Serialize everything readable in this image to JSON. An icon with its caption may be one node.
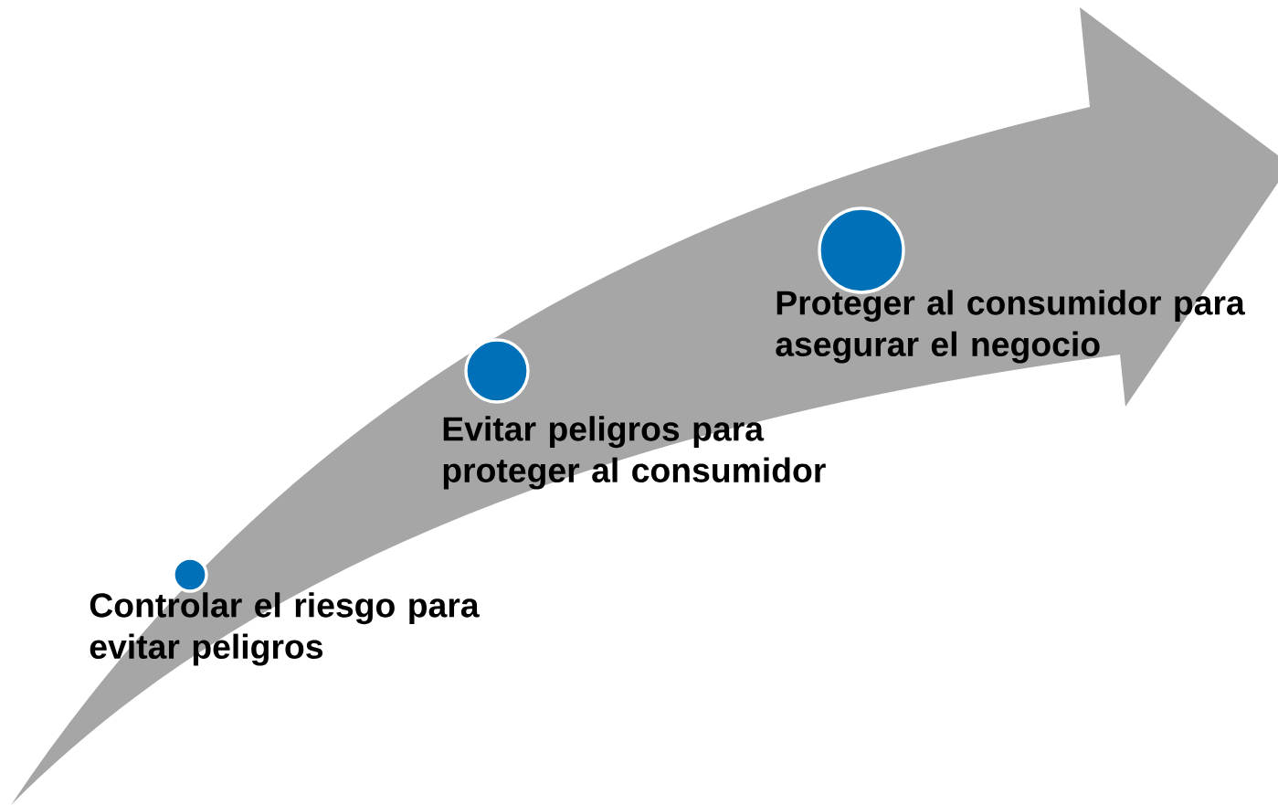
{
  "diagram": {
    "nodes": [
      {
        "text": [],
        "shape": "circle",
        "beside": [
          "Controlar el riesgo para evitar peligros"
        ]
      },
      {
        "text": [],
        "shape": "circle",
        "beside": [
          "Evitar peligros para proteger al consumidor"
        ]
      },
      {
        "text": [],
        "shape": "circle",
        "beside": [
          "Proteger al consumidor para asegurar el negocio"
        ]
      }
    ]
  }
}
